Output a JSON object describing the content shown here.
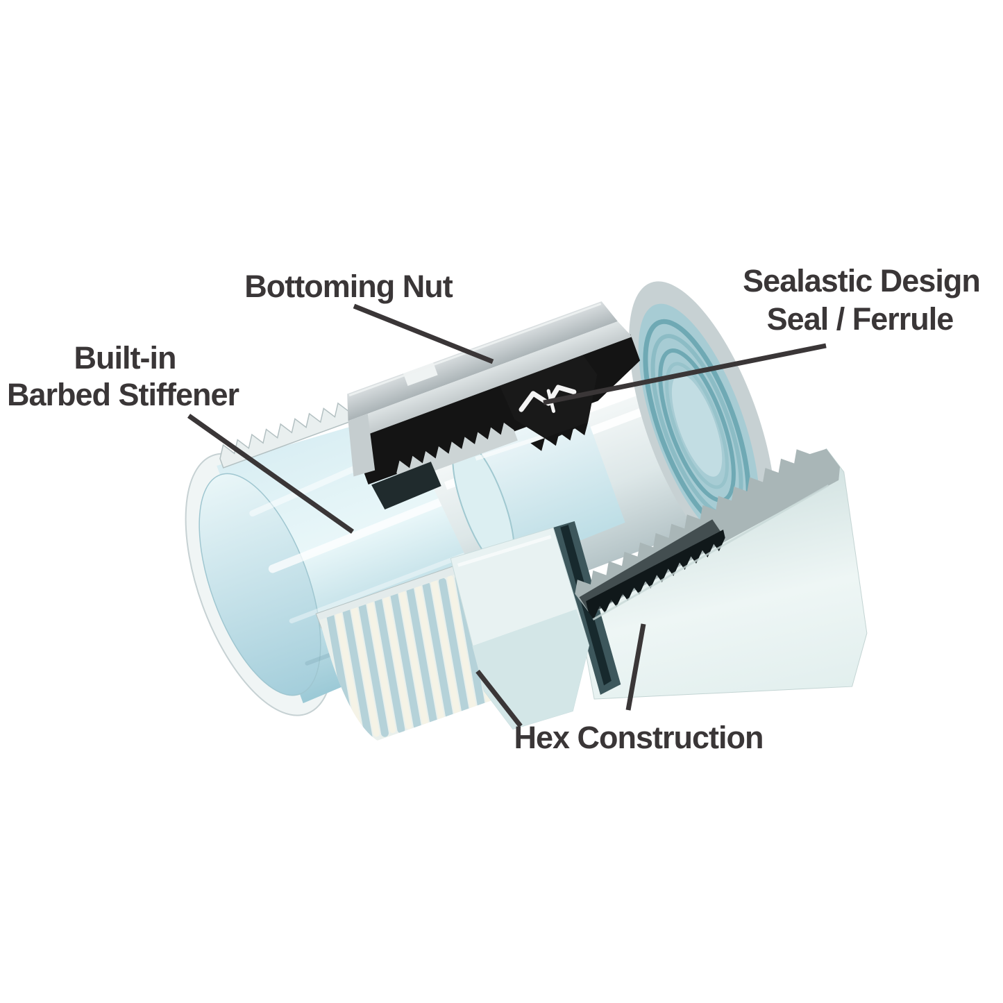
{
  "figure": {
    "type": "cutaway-product-diagram",
    "background": "#ffffff",
    "callouts": {
      "bottoming_nut": "Bottoming Nut",
      "sealastic_design_line1": "Sealastic Design",
      "sealastic_design_line2": "Seal / Ferrule",
      "built_in_line1": "Built-in",
      "built_in_line2": "Barbed Stiffener",
      "hex_construction": "Hex Construction"
    },
    "colors": {
      "label_text": "#3a3637",
      "leader_line": "#3a3637",
      "metal_light": "#eef4f4",
      "metal_mid": "#c4ced0",
      "metal_dark": "#9aa7a9",
      "bore_blue": "#b7dde6",
      "thread_teal": "#6fa9b4",
      "seal_black": "#141414",
      "hex_face_white": "#f2f8f7"
    }
  }
}
